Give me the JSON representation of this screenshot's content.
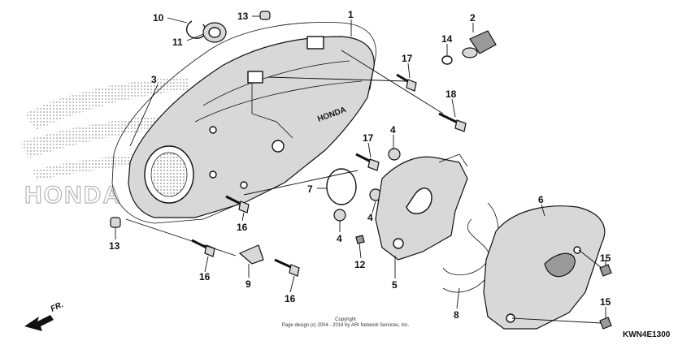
{
  "callouts": [
    {
      "id": "c1",
      "text": "1"
    },
    {
      "id": "c2",
      "text": "2"
    },
    {
      "id": "c3",
      "text": "3"
    },
    {
      "id": "c4a",
      "text": "4"
    },
    {
      "id": "c4b",
      "text": "4"
    },
    {
      "id": "c4c",
      "text": "4"
    },
    {
      "id": "c5",
      "text": "5"
    },
    {
      "id": "c6",
      "text": "6"
    },
    {
      "id": "c7",
      "text": "7"
    },
    {
      "id": "c8",
      "text": "8"
    },
    {
      "id": "c9",
      "text": "9"
    },
    {
      "id": "c10",
      "text": "10"
    },
    {
      "id": "c11",
      "text": "11"
    },
    {
      "id": "c12",
      "text": "12"
    },
    {
      "id": "c13a",
      "text": "13"
    },
    {
      "id": "c13b",
      "text": "13"
    },
    {
      "id": "c14",
      "text": "14"
    },
    {
      "id": "c15a",
      "text": "15"
    },
    {
      "id": "c15b",
      "text": "15"
    },
    {
      "id": "c16a",
      "text": "16"
    },
    {
      "id": "c16b",
      "text": "16"
    },
    {
      "id": "c16c",
      "text": "16"
    },
    {
      "id": "c17a",
      "text": "17"
    },
    {
      "id": "c17b",
      "text": "17"
    },
    {
      "id": "c18",
      "text": "18"
    }
  ],
  "cover_logo": "HONDA",
  "watermark": "HONDA",
  "direction_label": "FR.",
  "copyright_line1": "Copyright",
  "copyright_line2": "Page design (c) 2004 - 2014 by ARI Network Services, Inc.",
  "diagram_code": "KWN4E1300"
}
